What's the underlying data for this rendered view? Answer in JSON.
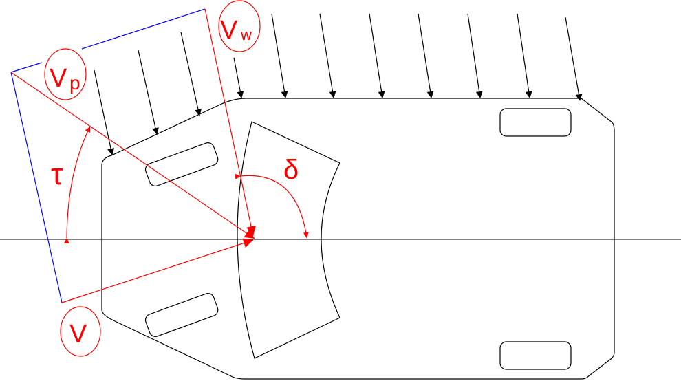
{
  "labels": {
    "vp_main": "V",
    "vp_sub": "p",
    "vw_main": "V",
    "vw_sub": "w",
    "v": "V",
    "tau": "τ",
    "delta": "δ"
  },
  "colors": {
    "outline": "#000000",
    "vectors": "#ff0000",
    "frame": "#0000ff"
  }
}
